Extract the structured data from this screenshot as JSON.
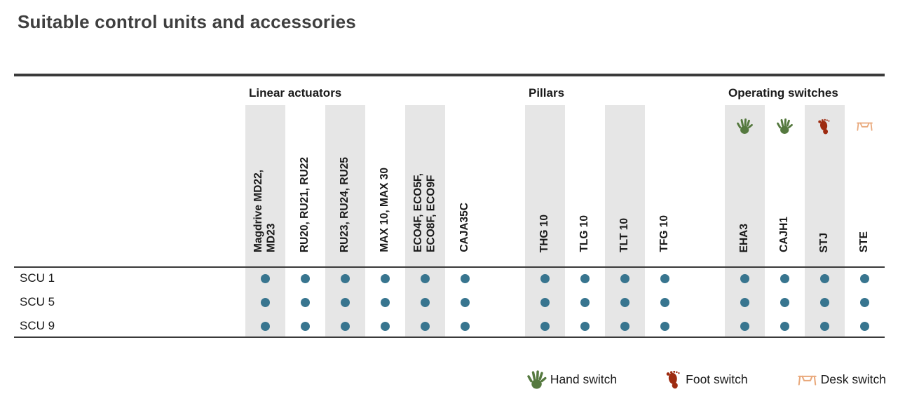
{
  "page": {
    "title": "Suitable control units and accessories"
  },
  "colors": {
    "title_text": "#3f3f3f",
    "body_text": "#1a1a1a",
    "rule": "#3a3a3a",
    "stripe": "#e6e6e6",
    "dot": "#38758f",
    "hand": "#55793f",
    "foot": "#9e2b10",
    "desk": "#e9a97c"
  },
  "table": {
    "groups": [
      {
        "label": "Linear actuators"
      },
      {
        "label": "Pillars"
      },
      {
        "label": "Operating switches"
      }
    ],
    "columns": [
      {
        "label": "Magdrive MD22,\nMD23",
        "group": "Linear actuators",
        "striped": true,
        "icon": null
      },
      {
        "label": "RU20, RU21, RU22",
        "group": "Linear actuators",
        "striped": false,
        "icon": null
      },
      {
        "label": "RU23, RU24, RU25",
        "group": "Linear actuators",
        "striped": true,
        "icon": null
      },
      {
        "label": "MAX 10, MAX 30",
        "group": "Linear actuators",
        "striped": false,
        "icon": null
      },
      {
        "label": "ECO4F, ECO5F,\nECO8F, ECO9F",
        "group": "Linear actuators",
        "striped": true,
        "icon": null
      },
      {
        "label": "CAJA35C",
        "group": "Linear actuators",
        "striped": false,
        "icon": null
      },
      {
        "label": "THG 10",
        "group": "Pillars",
        "striped": true,
        "icon": null
      },
      {
        "label": "TLG 10",
        "group": "Pillars",
        "striped": false,
        "icon": null
      },
      {
        "label": "TLT 10",
        "group": "Pillars",
        "striped": true,
        "icon": null
      },
      {
        "label": "TFG 10",
        "group": "Pillars",
        "striped": false,
        "icon": null
      },
      {
        "label": "EHA3",
        "group": "Operating switches",
        "striped": true,
        "icon": "hand-icon"
      },
      {
        "label": "CAJH1",
        "group": "Operating switches",
        "striped": false,
        "icon": "hand-icon"
      },
      {
        "label": "STJ",
        "group": "Operating switches",
        "striped": true,
        "icon": "foot-icon"
      },
      {
        "label": "STE",
        "group": "Operating switches",
        "striped": false,
        "icon": "desk-icon"
      }
    ],
    "rows": [
      {
        "label": "SCU 1",
        "dots": [
          true,
          true,
          true,
          true,
          true,
          true,
          true,
          true,
          true,
          true,
          true,
          true,
          true,
          true
        ]
      },
      {
        "label": "SCU 5",
        "dots": [
          true,
          true,
          true,
          true,
          true,
          true,
          true,
          true,
          true,
          true,
          true,
          true,
          true,
          true
        ]
      },
      {
        "label": "SCU 9",
        "dots": [
          true,
          true,
          true,
          true,
          true,
          true,
          true,
          true,
          true,
          true,
          true,
          true,
          true,
          true
        ]
      }
    ]
  },
  "legend": {
    "items": [
      {
        "icon": "hand-icon",
        "label": "Hand switch"
      },
      {
        "icon": "foot-icon",
        "label": "Foot switch"
      },
      {
        "icon": "desk-icon",
        "label": "Desk switch"
      }
    ]
  }
}
